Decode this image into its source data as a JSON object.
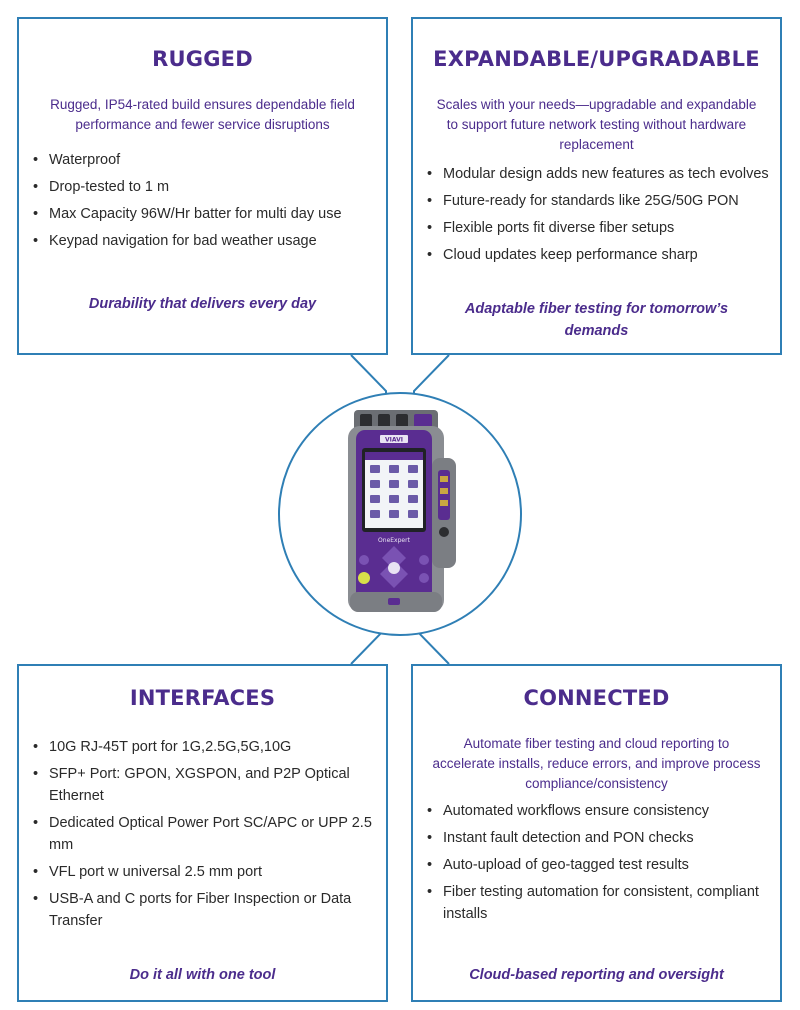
{
  "panels": {
    "rugged": {
      "title": "RUGGED",
      "subtitle": "Rugged, IP54-rated build ensures dependable field performance and fewer service disruptions",
      "bullets": [
        "Waterproof",
        "Drop-tested to 1 m",
        "Max Capacity 96W/Hr batter for multi day use",
        "Keypad navigation for bad weather usage"
      ],
      "tagline": "Durability that delivers every day"
    },
    "expandable": {
      "title": "EXPANDABLE/UPGRADABLE",
      "subtitle": "Scales with your needs—upgradable and expandable to support future network testing without hardware replacement",
      "bullets": [
        "Modular design adds new features as tech evolves",
        "Future-ready for standards like 25G/50G PON",
        "Flexible ports fit diverse fiber setups",
        "Cloud updates keep performance sharp"
      ],
      "tagline": "Adaptable fiber testing for tomorrow’s demands"
    },
    "interfaces": {
      "title": "INTERFACES",
      "bullets": [
        "10G RJ-45T port for 1G,2.5G,5G,10G",
        "SFP+ Port: GPON, XGSPON, and P2P Optical Ethernet",
        "Dedicated Optical Power Port SC/APC or UPP 2.5 mm",
        "VFL port w universal 2.5 mm port",
        "USB-A and C ports for Fiber Inspection or Data Transfer"
      ],
      "tagline": "Do it all with one tool"
    },
    "connected": {
      "title": "CONNECTED",
      "subtitle": "Automate fiber testing and cloud reporting to accelerate installs, reduce errors, and improve process compliance/consistency",
      "bullets": [
        "Automated workflows ensure consistency",
        "Instant fault detection and PON checks",
        "Auto-upload of geo-tagged test results",
        "Fiber testing automation for consistent, compliant installs"
      ],
      "tagline": "Cloud-based reporting and oversight"
    }
  },
  "device": {
    "brand_label": "VIAVI",
    "model_label": "OneExpert"
  },
  "colors": {
    "border": "#2f7fb5",
    "accent_purple": "#4b2c8c",
    "device_purple": "#5a2d91",
    "device_gray": "#8a8d92",
    "device_button_yellow": "#d7e04a"
  }
}
